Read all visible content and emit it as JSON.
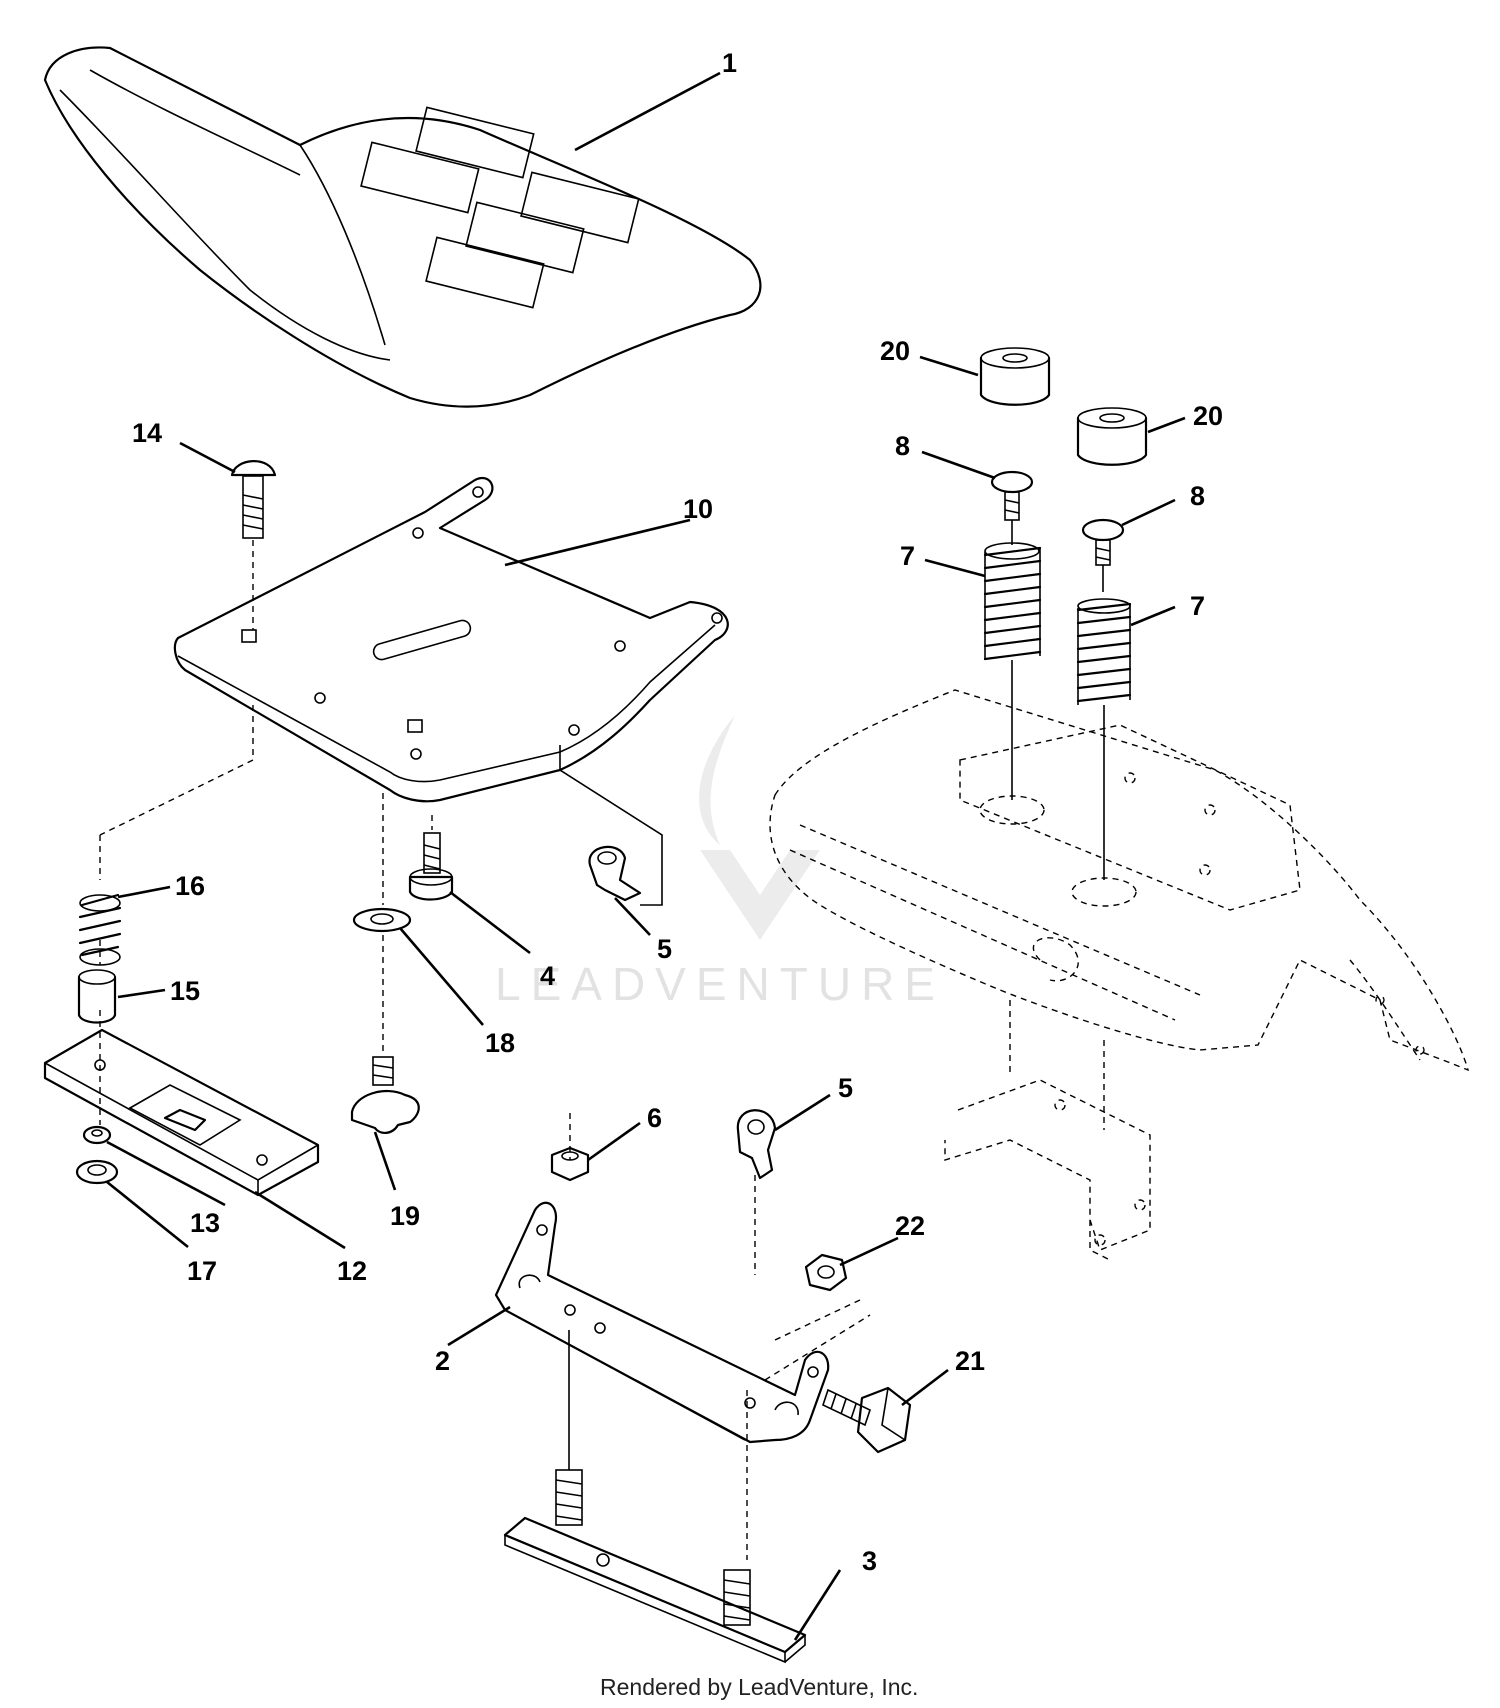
{
  "watermark": "LEADVENTURE",
  "footer": "Rendered by LeadVenture, Inc.",
  "callouts": [
    {
      "id": "1",
      "text": "1"
    },
    {
      "id": "2",
      "text": "2"
    },
    {
      "id": "3",
      "text": "3"
    },
    {
      "id": "4",
      "text": "4"
    },
    {
      "id": "5a",
      "text": "5"
    },
    {
      "id": "5b",
      "text": "5"
    },
    {
      "id": "6",
      "text": "6"
    },
    {
      "id": "7a",
      "text": "7"
    },
    {
      "id": "7b",
      "text": "7"
    },
    {
      "id": "8a",
      "text": "8"
    },
    {
      "id": "8b",
      "text": "8"
    },
    {
      "id": "10",
      "text": "10"
    },
    {
      "id": "12",
      "text": "12"
    },
    {
      "id": "13",
      "text": "13"
    },
    {
      "id": "14",
      "text": "14"
    },
    {
      "id": "15",
      "text": "15"
    },
    {
      "id": "16",
      "text": "16"
    },
    {
      "id": "17",
      "text": "17"
    },
    {
      "id": "18",
      "text": "18"
    },
    {
      "id": "19",
      "text": "19"
    },
    {
      "id": "20a",
      "text": "20"
    },
    {
      "id": "20b",
      "text": "20"
    },
    {
      "id": "21",
      "text": "21"
    },
    {
      "id": "22",
      "text": "22"
    }
  ]
}
